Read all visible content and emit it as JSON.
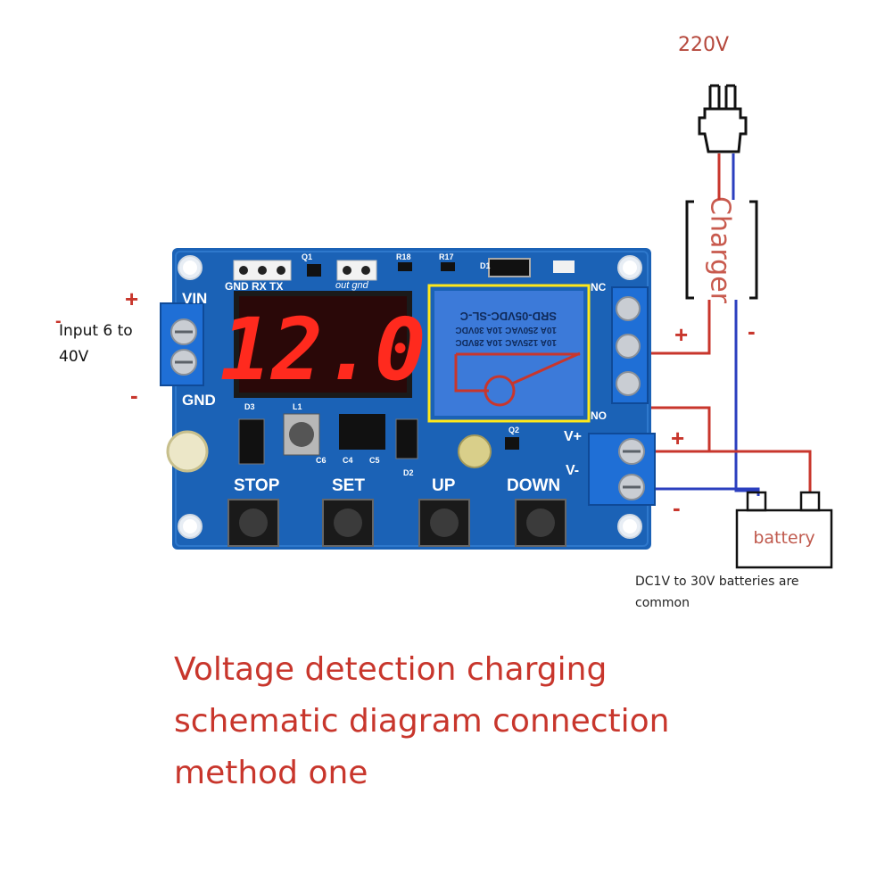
{
  "top_label": "220V",
  "charger_label": "Charger",
  "input_label": "Input 6 to 40V",
  "battery_label": "battery",
  "battery_note": "DC1V to 30V batteries are common",
  "caption": "Voltage detection charging schematic diagram connection method one",
  "signs": {
    "plus": "+",
    "minus": "-"
  },
  "board": {
    "vin": "VIN",
    "gnd": "GND",
    "header_labels": "GND RX TX",
    "out_gnd": "out gnd",
    "display": "12.0",
    "relay_text": [
      "SRD-05VDC-SL-C",
      "10A 250VAC  10A 30VDC",
      "10A 125VAC  10A 28VDC"
    ],
    "nc": "NC",
    "no": "NO",
    "vplus": "V+",
    "vminus": "V-",
    "buttons": [
      "STOP",
      "SET",
      "UP",
      "DOWN"
    ],
    "parts": [
      "Q1",
      "R18",
      "R17",
      "D1",
      "D3",
      "L1",
      "C6",
      "C4",
      "C5",
      "D2",
      "Q2"
    ]
  },
  "colors": {
    "wire_red": "#c8362c",
    "wire_blue": "#2b3fbf",
    "pcb": "#1b62b6",
    "relay": "#3c7ad9",
    "display_segment": "#ff2a1e"
  }
}
